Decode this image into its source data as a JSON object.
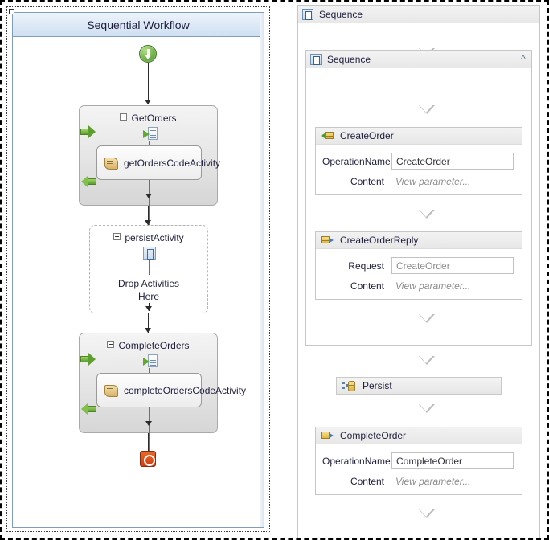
{
  "window": {
    "panes": [
      "legacy-workflow-designer",
      "wf4-designer"
    ]
  },
  "left_pane": {
    "title": "Sequential Workflow",
    "start_icon": "start-green-arrow-icon",
    "stop_icon": "stop-red-icon",
    "activities": [
      {
        "name": "GetOrders",
        "expander": "collapse-minus-icon",
        "inner_icon": "receive-activity-icon",
        "left_arrow_top": "green-arrow-right-icon",
        "left_arrow_bottom": "green-arrow-left-icon",
        "child": {
          "label": "getOrdersCodeActivity",
          "icon": "code-activity-icon"
        }
      },
      {
        "name": "persistActivity",
        "expander": "collapse-minus-icon",
        "inner_icon": "persist-activity-icon",
        "drop_hint_line1": "Drop Activities",
        "drop_hint_line2": "Here"
      },
      {
        "name": "CompleteOrders",
        "expander": "collapse-minus-icon",
        "inner_icon": "receive-activity-icon",
        "left_arrow_top": "green-arrow-right-icon",
        "left_arrow_bottom": "green-arrow-left-icon",
        "child": {
          "label": "completeOrdersCodeActivity",
          "icon": "code-activity-icon"
        }
      }
    ]
  },
  "right_pane": {
    "outer_sequence": {
      "title": "Sequence",
      "icon": "sequence-icon"
    },
    "inner_sequence": {
      "title": "Sequence",
      "icon": "sequence-icon",
      "collapse_glyph": "«"
    },
    "activities": [
      {
        "title": "CreateOrder",
        "icon": "receive-message-icon",
        "rows": [
          {
            "label": "OperationName",
            "value": "CreateOrder",
            "kind": "box"
          },
          {
            "label": "Content",
            "value": "View parameter...",
            "kind": "link"
          }
        ]
      },
      {
        "title": "CreateOrderReply",
        "icon": "send-reply-message-icon",
        "rows": [
          {
            "label": "Request",
            "value": "CreateOrder",
            "kind": "box-muted"
          },
          {
            "label": "Content",
            "value": "View parameter...",
            "kind": "link"
          }
        ]
      },
      {
        "title": "Persist",
        "icon": "persist-database-icon",
        "rows": []
      },
      {
        "title": "CompleteOrder",
        "icon": "send-reply-message-icon",
        "rows": [
          {
            "label": "OperationName",
            "value": "CompleteOrder",
            "kind": "box"
          },
          {
            "label": "Content",
            "value": "View parameter...",
            "kind": "link"
          }
        ]
      }
    ],
    "drop_chevron": "chevron-down-drop-target"
  },
  "colors": {
    "title_bar": "#dce8f6",
    "title_border": "#7f9db9",
    "green": "#5d9e2e",
    "stop_red": "#cf3d14",
    "card_border": "#c6c6c6",
    "muted_text": "#8d8d8d"
  }
}
